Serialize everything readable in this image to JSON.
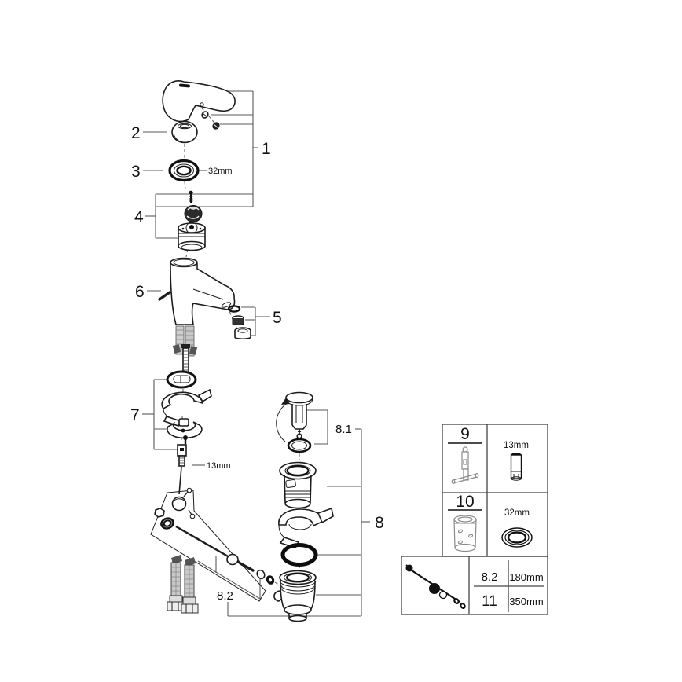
{
  "callouts": {
    "p1": "1",
    "p2": "2",
    "p3": "3",
    "p4": "4",
    "p5": "5",
    "p6": "6",
    "p7": "7",
    "p8": "8",
    "p8_1": "8.1",
    "p8_2": "8.2",
    "ring_dim": "32mm",
    "stud_dim": "13mm"
  },
  "spares_table": {
    "rows": [
      {
        "ref": "9",
        "dim": "13mm"
      },
      {
        "ref": "10",
        "dim": "32mm"
      }
    ],
    "rod_rows": [
      {
        "ref": "8.2",
        "length": "180mm"
      },
      {
        "ref": "11",
        "length": "350mm"
      }
    ]
  }
}
